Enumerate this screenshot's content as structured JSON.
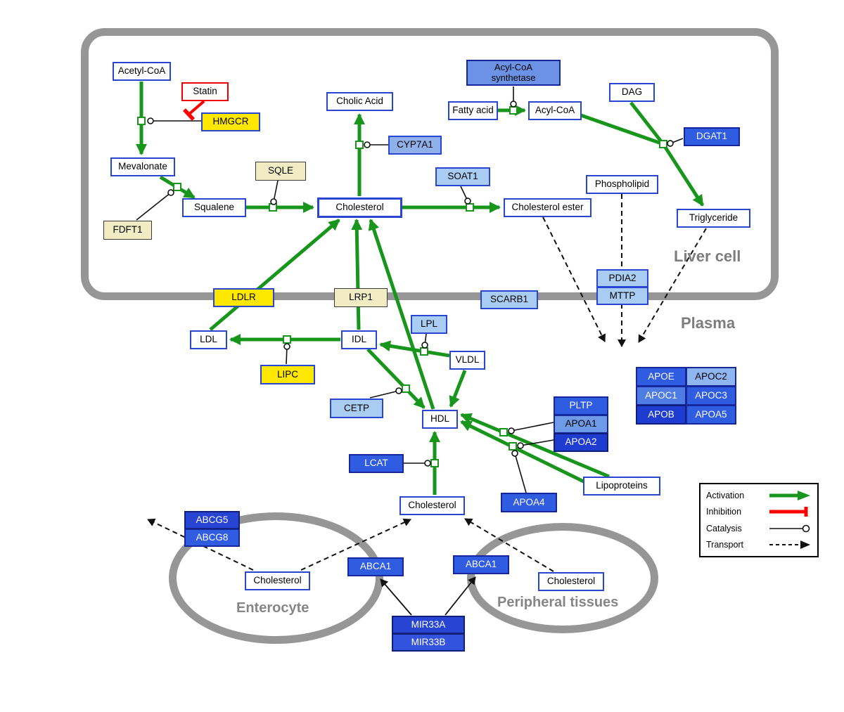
{
  "compartments": {
    "liver": "Liver cell",
    "plasma": "Plasma",
    "enterocyte": "Enterocyte",
    "peripheral": "Peripheral tissues"
  },
  "nodes": {
    "acetyl_coa": "Acetyl-CoA",
    "statin": "Statin",
    "hmgcr": "HMGCR",
    "mevalonate": "Mevalonate",
    "sqle": "SQLE",
    "fdft1": "FDFT1",
    "squalene": "Squalene",
    "cholic_acid": "Cholic Acid",
    "cyp7a1": "CYP7A1",
    "cholesterol_liver": "Cholesterol",
    "soat1": "SOAT1",
    "cholesterol_ester": "Cholesterol ester",
    "acyl_coa_synthetase": {
      "line1": "Acyl-CoA",
      "line2": "synthetase"
    },
    "fatty_acid": "Fatty acid",
    "acyl_coa": "Acyl-CoA",
    "dag": "DAG",
    "dgat1": "DGAT1",
    "phospholipid": "Phospholipid",
    "triglyceride": "Triglyceride",
    "pdia2": "PDIA2",
    "mttp": "MTTP",
    "ldlr": "LDLR",
    "lrp1": "LRP1",
    "scarb1": "SCARB1",
    "ldl": "LDL",
    "idl": "IDL",
    "lpl": "LPL",
    "vldl": "VLDL",
    "lipc": "LIPC",
    "cetp": "CETP",
    "hdl": "HDL",
    "pltp": "PLTP",
    "apoa1": "APOA1",
    "apoa2": "APOA2",
    "apoe": "APOE",
    "apoc2": "APOC2",
    "apoc1": "APOC1",
    "apoc3": "APOC3",
    "apob": "APOB",
    "apoa5": "APOA5",
    "lcat": "LCAT",
    "apoa4": "APOA4",
    "lipoproteins": "Lipoproteins",
    "cholesterol_plasma": "Cholesterol",
    "abcg5": "ABCG5",
    "abcg8": "ABCG8",
    "cholesterol_enterocyte": "Cholesterol",
    "abca1_enterocyte": "ABCA1",
    "abca1_peripheral": "ABCA1",
    "cholesterol_peripheral": "Cholesterol",
    "mir33a": "MIR33A",
    "mir33b": "MIR33B"
  },
  "legend": {
    "activation": "Activation",
    "inhibition": "Inhibition",
    "catalysis": "Catalysis",
    "transport": "Transport"
  },
  "colors": {
    "activation_green": "#17961b",
    "inhibition_red": "#ff0000",
    "membrane_gray": "#969696",
    "node_border_blue": "#2946d2",
    "gene_yellow": "#ffe800",
    "pale_yellow": "#f2ecc4",
    "light_blue": "#a9cdf2",
    "medium_blue": "#2f5ce0",
    "dark_blue": "#1f3cd0"
  }
}
